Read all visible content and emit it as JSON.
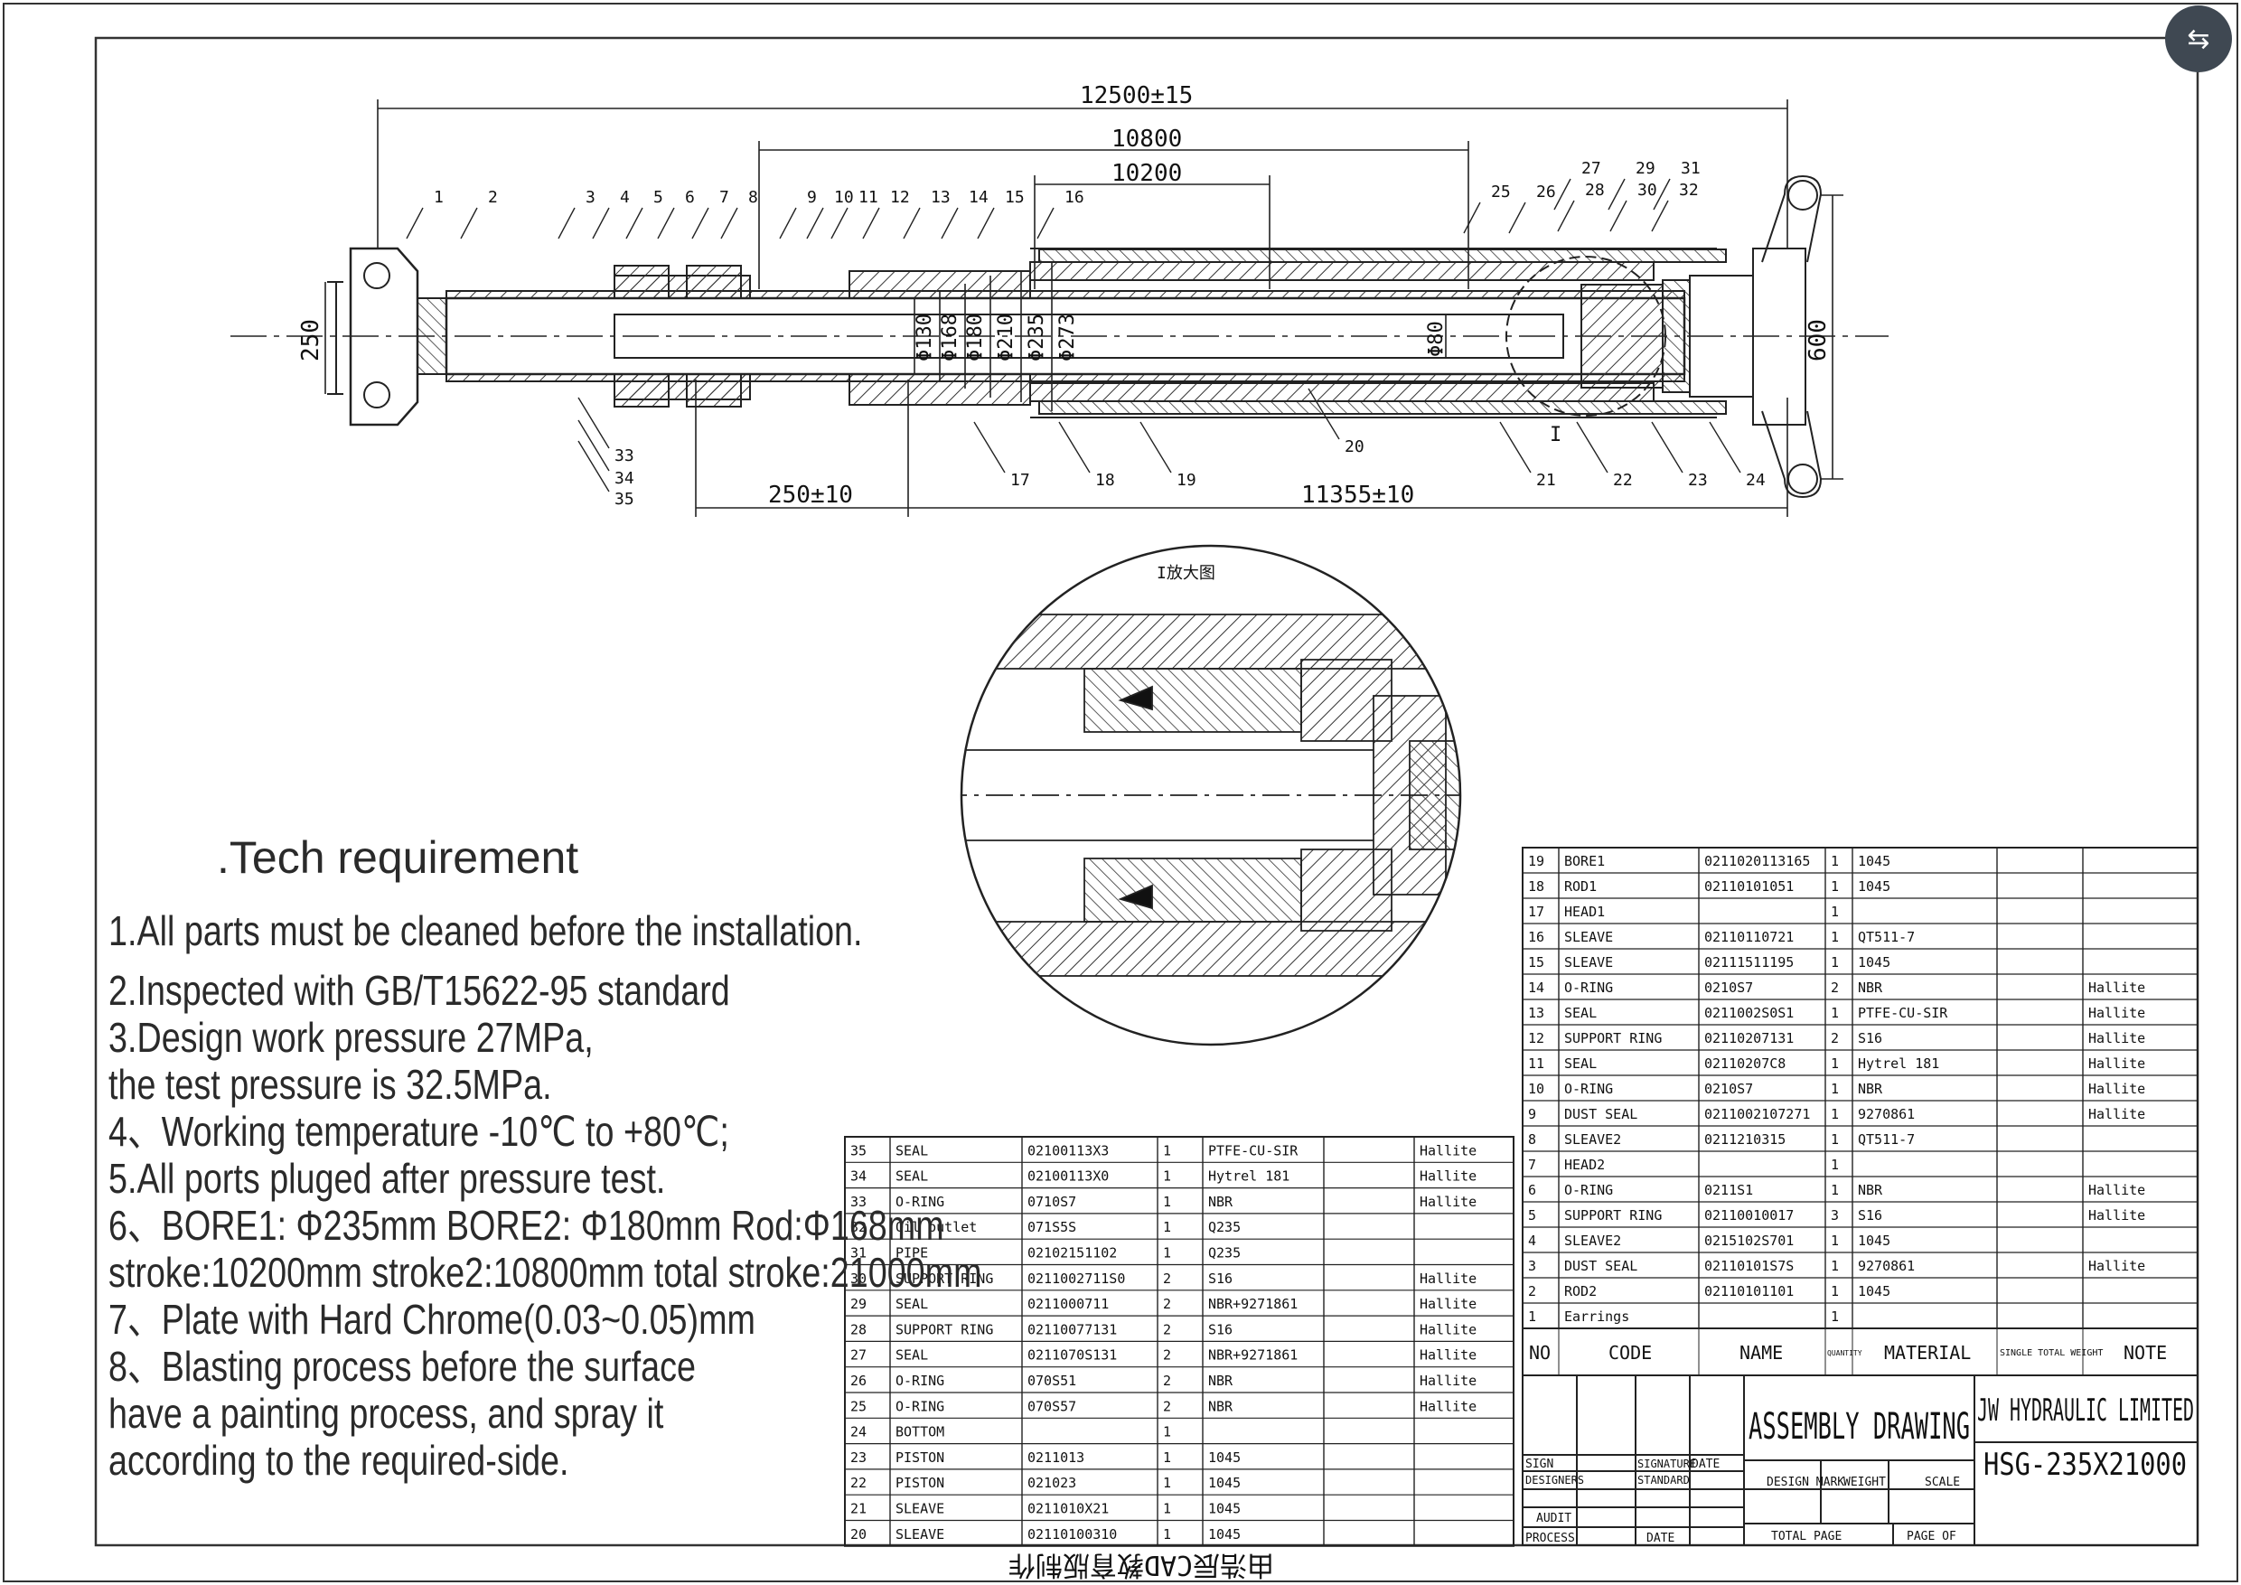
{
  "dims": {
    "overall": "12500±15",
    "stroke2": "10800",
    "stroke1": "10200",
    "mount_width": "250",
    "eye_span": "600",
    "dia_d1": "Φ130",
    "dia_d2": "Φ168",
    "dia_d3": "Φ180",
    "dia_d4": "Φ210",
    "dia_d5": "Φ235",
    "dia_d6": "Φ273",
    "dia_rod": "Φ80",
    "left_offset": "250±10",
    "right_len": "11355±10",
    "section_mark": "I"
  },
  "balloons_top": [
    "1",
    "2",
    "3",
    "4",
    "5",
    "6",
    "7",
    "8",
    "9",
    "10",
    "11",
    "12",
    "13",
    "14",
    "15",
    "16",
    "25",
    "26",
    "27",
    "28",
    "29",
    "30",
    "31",
    "32"
  ],
  "balloons_bottom": [
    "33",
    "34",
    "35",
    "17",
    "18",
    "19",
    "20",
    "21",
    "22",
    "23",
    "24"
  ],
  "detail_title": "I放大图",
  "tech": {
    "title": ".Tech requirement",
    "lines": [
      "1.All parts must be cleaned before the installation.",
      "2.Inspected with GB/T15622-95 standard",
      "3.Design work pressure 27MPa,",
      "the test pressure is 32.5MPa.",
      "4、Working temperature -10℃ to +80℃;",
      "5.All ports pluged after pressure test.",
      "6、BORE1: Φ235mm   BORE2: Φ180mm  Rod:Φ168mm",
      "stroke:10200mm stroke2:10800mm  total stroke:21000mm",
      "7、Plate with Hard Chrome(0.03~0.05)mm",
      "8、Blasting process before the surface",
      "have a painting process, and spray it",
      "according to the required-side."
    ]
  },
  "bom_left": [
    {
      "no": "35",
      "name": "SEAL",
      "code": "02100113X3",
      "qty": "1",
      "mat": "PTFE-CU-SIR",
      "note": "Hallite"
    },
    {
      "no": "34",
      "name": "SEAL",
      "code": "02100113X0",
      "qty": "1",
      "mat": "Hytrel 181",
      "note": "Hallite"
    },
    {
      "no": "33",
      "name": "O-RING",
      "code": "0710S7",
      "qty": "1",
      "mat": "NBR",
      "note": "Hallite"
    },
    {
      "no": "32",
      "name": "Oil outlet",
      "code": "071S5S",
      "qty": "1",
      "mat": "Q235",
      "note": ""
    },
    {
      "no": "31",
      "name": "PIPE",
      "code": "02102151102",
      "qty": "1",
      "mat": "Q235",
      "note": ""
    },
    {
      "no": "30",
      "name": "SUPPORT RING",
      "code": "0211002711S0",
      "qty": "2",
      "mat": "S16",
      "note": "Hallite"
    },
    {
      "no": "29",
      "name": "SEAL",
      "code": "0211000711",
      "qty": "2",
      "mat": "NBR+9271861",
      "note": "Hallite"
    },
    {
      "no": "28",
      "name": "SUPPORT RING",
      "code": "02110077131",
      "qty": "2",
      "mat": "S16",
      "note": "Hallite"
    },
    {
      "no": "27",
      "name": "SEAL",
      "code": "0211070S131",
      "qty": "2",
      "mat": "NBR+9271861",
      "note": "Hallite"
    },
    {
      "no": "26",
      "name": "O-RING",
      "code": "070S51",
      "qty": "2",
      "mat": "NBR",
      "note": "Hallite"
    },
    {
      "no": "25",
      "name": "O-RING",
      "code": "070S57",
      "qty": "2",
      "mat": "NBR",
      "note": "Hallite"
    },
    {
      "no": "24",
      "name": "BOTTOM",
      "code": "",
      "qty": "1",
      "mat": "",
      "note": ""
    },
    {
      "no": "23",
      "name": "PISTON",
      "code": "0211013",
      "qty": "1",
      "mat": "1045",
      "note": ""
    },
    {
      "no": "22",
      "name": "PISTON",
      "code": "021023",
      "qty": "1",
      "mat": "1045",
      "note": ""
    },
    {
      "no": "21",
      "name": "SLEAVE",
      "code": "0211010X21",
      "qty": "1",
      "mat": "1045",
      "note": ""
    },
    {
      "no": "20",
      "name": "SLEAVE",
      "code": "02110100310",
      "qty": "1",
      "mat": "1045",
      "note": ""
    }
  ],
  "bom_right": [
    {
      "no": "19",
      "name": "BORE1",
      "code": "0211020113165",
      "qty": "1",
      "mat": "1045",
      "note": ""
    },
    {
      "no": "18",
      "name": "ROD1",
      "code": "02110101051",
      "qty": "1",
      "mat": "1045",
      "note": ""
    },
    {
      "no": "17",
      "name": "HEAD1",
      "code": "",
      "qty": "1",
      "mat": "",
      "note": ""
    },
    {
      "no": "16",
      "name": "SLEAVE",
      "code": "02110110721",
      "qty": "1",
      "mat": "QT511-7",
      "note": ""
    },
    {
      "no": "15",
      "name": "SLEAVE",
      "code": "02111511195",
      "qty": "1",
      "mat": "1045",
      "note": ""
    },
    {
      "no": "14",
      "name": "O-RING",
      "code": "0210S7",
      "qty": "2",
      "mat": "NBR",
      "note": "Hallite"
    },
    {
      "no": "13",
      "name": "SEAL",
      "code": "0211002S0S1",
      "qty": "1",
      "mat": "PTFE-CU-SIR",
      "note": "Hallite"
    },
    {
      "no": "12",
      "name": "SUPPORT RING",
      "code": "02110207131",
      "qty": "2",
      "mat": "S16",
      "note": "Hallite"
    },
    {
      "no": "11",
      "name": "SEAL",
      "code": "02110207C8",
      "qty": "1",
      "mat": "Hytrel 181",
      "note": "Hallite"
    },
    {
      "no": "10",
      "name": "O-RING",
      "code": "0210S7",
      "qty": "1",
      "mat": "NBR",
      "note": "Hallite"
    },
    {
      "no": "9",
      "name": "DUST SEAL",
      "code": "0211002107271",
      "qty": "1",
      "mat": "9270861",
      "note": "Hallite"
    },
    {
      "no": "8",
      "name": "SLEAVE2",
      "code": "0211210315",
      "qty": "1",
      "mat": "QT511-7",
      "note": ""
    },
    {
      "no": "7",
      "name": "HEAD2",
      "code": "",
      "qty": "1",
      "mat": "",
      "note": ""
    },
    {
      "no": "6",
      "name": "O-RING",
      "code": "0211S1",
      "qty": "1",
      "mat": "NBR",
      "note": "Hallite"
    },
    {
      "no": "5",
      "name": "SUPPORT RING",
      "code": "02110010017",
      "qty": "3",
      "mat": "S16",
      "note": "Hallite"
    },
    {
      "no": "4",
      "name": "SLEAVE2",
      "code": "0215102S701",
      "qty": "1",
      "mat": "1045",
      "note": ""
    },
    {
      "no": "3",
      "name": "DUST SEAL",
      "code": "02110101S7S",
      "qty": "1",
      "mat": "9270861",
      "note": "Hallite"
    },
    {
      "no": "2",
      "name": "ROD2",
      "code": "02110101101",
      "qty": "1",
      "mat": "1045",
      "note": ""
    },
    {
      "no": "1",
      "name": "Earrings",
      "code": "",
      "qty": "1",
      "mat": "",
      "note": ""
    }
  ],
  "bom_header": {
    "no": "NO",
    "code": "CODE",
    "name": "NAME",
    "qty": "QUANTITY",
    "mat": "MATERIAL",
    "weight": "SINGLE TOTAL WEIGHT",
    "note": "NOTE"
  },
  "title_block": {
    "drawing_type": "ASSEMBLY DRAWING",
    "company": "JW HYDRAULIC LIMITED",
    "model": "HSG-235X21000",
    "sign": "SIGN",
    "signature": "SIGNATURE",
    "date": "DATE",
    "designers": "DESIGNERS",
    "standard": "STANDARD",
    "audit": "AUDIT",
    "process": "PROCESS",
    "design_mark": "DESIGN MARK",
    "weight": "WEIGHT",
    "scale": "SCALE",
    "total_page": "TOTAL PAGE",
    "page_of": "PAGE OF"
  },
  "footer_note": "由浩辰CAD教育版制作",
  "translate_icon": "translate-icon"
}
